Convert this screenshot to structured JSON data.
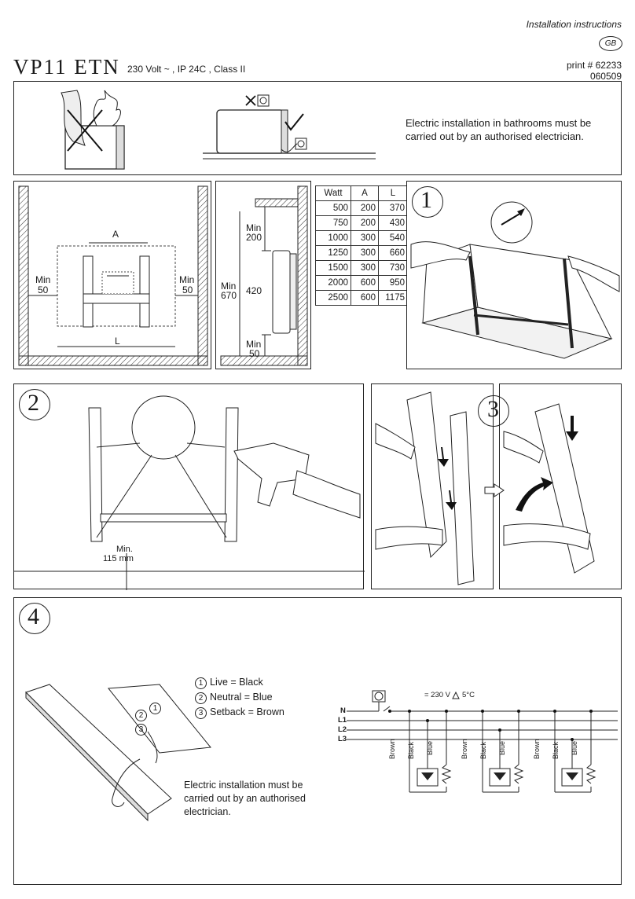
{
  "header": {
    "doc_type": "Installation instructions",
    "lang_badge": "GB",
    "model": "VP11 ETN",
    "specs": "230 Volt ~ ,  IP 24C ,  Class II",
    "print_no": "print # 62233",
    "date_code": "060509"
  },
  "warning_panel": {
    "text": "Electric installation in bathrooms must be carried out by an authorised electrician."
  },
  "mounting": {
    "label_a": "A",
    "label_l": "L",
    "min_left_label": "Min",
    "min_left_value": "50",
    "min_right_label": "Min",
    "min_right_value": "50",
    "min_top_label": "Min",
    "min_top_value": "200",
    "min_total_label": "Min",
    "min_total_value": "670",
    "height_value": "420",
    "min_bottom_label": "Min",
    "min_bottom_value": "50"
  },
  "watt_table": {
    "headers": [
      "Watt",
      "A",
      "L"
    ],
    "rows": [
      [
        "500",
        "200",
        "370"
      ],
      [
        "750",
        "200",
        "430"
      ],
      [
        "1000",
        "300",
        "540"
      ],
      [
        "1250",
        "300",
        "660"
      ],
      [
        "1500",
        "300",
        "730"
      ],
      [
        "2000",
        "600",
        "950"
      ],
      [
        "2500",
        "600",
        "1175"
      ]
    ]
  },
  "steps": {
    "s1": "1",
    "s2": "2",
    "s3": "3",
    "s4": "4",
    "s2_min": "Min.",
    "s2_dist": "115 mm"
  },
  "wiring": {
    "legend": [
      {
        "n": "1",
        "text": "Live = Black"
      },
      {
        "n": "2",
        "text": "Neutral = Blue"
      },
      {
        "n": "3",
        "text": "Setback = Brown"
      }
    ],
    "note": "Electric installation must be carried out by an authorised electrician.",
    "signal": "= 230 V",
    "setback": "5°C",
    "lines": [
      "N",
      "L1",
      "L2",
      "L3"
    ],
    "wire_brown": "Brown",
    "wire_black": "Black",
    "wire_blue": "Blue"
  }
}
